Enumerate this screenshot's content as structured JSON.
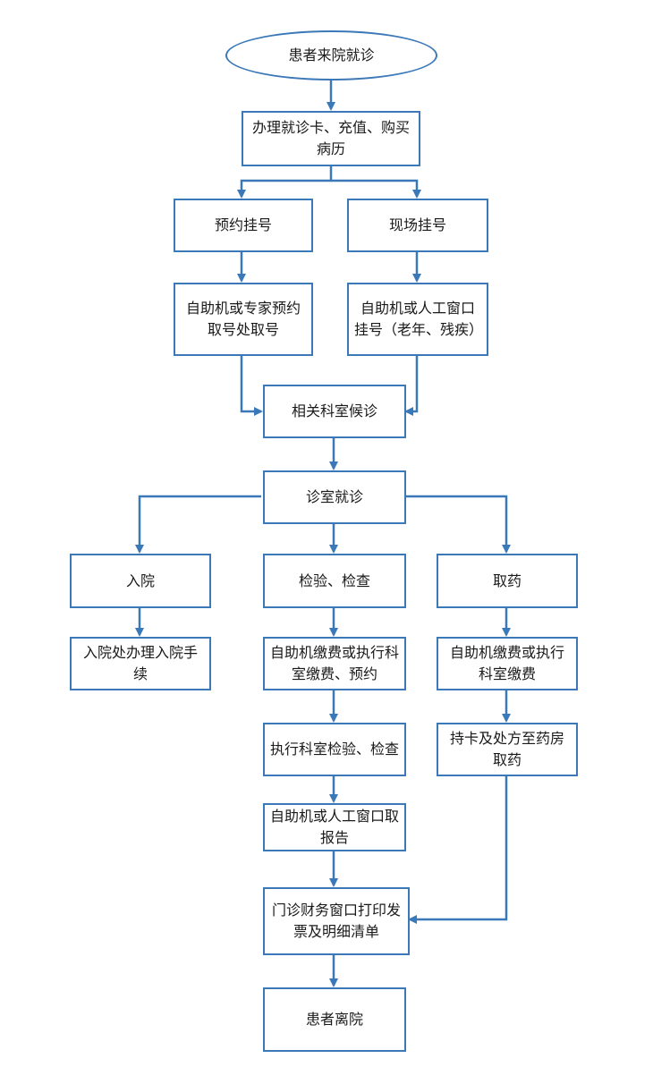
{
  "nodes": {
    "start": "患者来院就诊",
    "card": "办理就诊卡、充值、购买病历",
    "appointment": "预约挂号",
    "onsite": "现场挂号",
    "appt_pickup": "自助机或专家预约取号处取号",
    "onsite_register": "自助机或人工窗口挂号（老年、残疾）",
    "wait": "相关科室候诊",
    "consult": "诊室就诊",
    "admit": "入院",
    "exam": "检验、检查",
    "medicine": "取药",
    "admit_procedure": "入院处办理入院手续",
    "exam_pay": "自助机缴费或执行科室缴费、预约",
    "med_pay": "自助机缴费或执行科室缴费",
    "exam_do": "执行科室检验、检查",
    "med_pickup": "持卡及处方至药房取药",
    "report": "自助机或人工窗口取报告",
    "invoice": "门诊财务窗口打印发票及明细清单",
    "leave": "患者离院"
  },
  "colors": {
    "line": "#3b78b8",
    "border": "#3b78b8"
  }
}
